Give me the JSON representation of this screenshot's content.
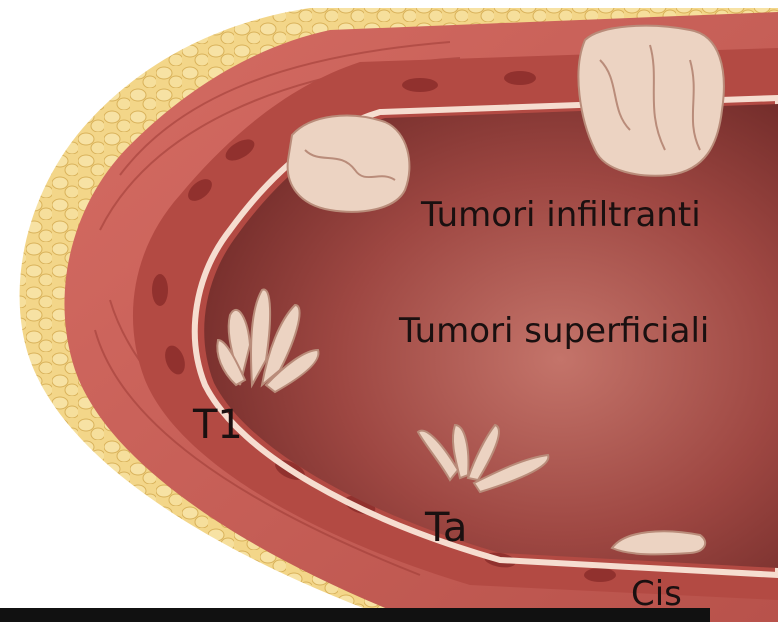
{
  "labels": {
    "infiltrating": "Tumori infiltranti",
    "superficial": "Tumori superficiali",
    "t1": "T1",
    "ta": "Ta",
    "cis": "Cis"
  },
  "colors": {
    "fat": "#f2d27a",
    "wall_outer": "#c9605a",
    "muscle": "#b2473f",
    "lumen": "#8f3a36",
    "mucosa_line": "#f6ddd0",
    "tumor": "#ecd3c2",
    "bottom_bar": "#111111"
  }
}
